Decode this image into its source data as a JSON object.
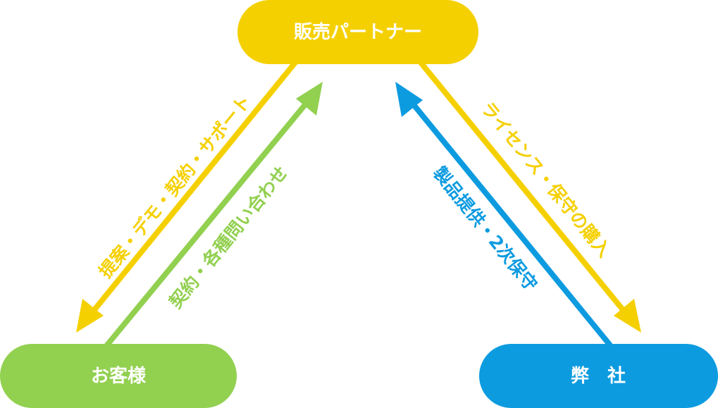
{
  "nodes": {
    "partner": {
      "label": "販売パートナー",
      "color": "#f5d000"
    },
    "customer": {
      "label": "お客様",
      "color": "#92d050"
    },
    "company": {
      "label": "弊　社",
      "color": "#0d9be0"
    }
  },
  "edges": {
    "partner_to_customer": {
      "label": "提案・デモ・契約・サポート",
      "color": "#f5d000"
    },
    "customer_to_partner": {
      "label": "契約・各種問い合わせ",
      "color": "#92d050"
    },
    "company_to_partner": {
      "label": "製品提供・2次保守",
      "color": "#0d9be0"
    },
    "partner_to_company": {
      "label": "ライセンス・保守の購入",
      "color": "#f5d000"
    }
  }
}
